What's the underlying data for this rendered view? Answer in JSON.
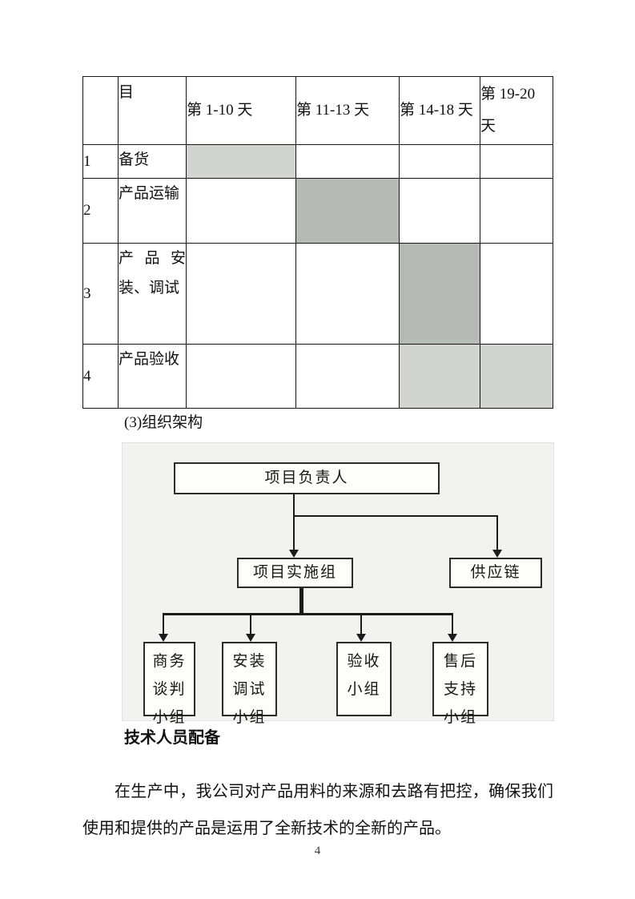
{
  "document": {
    "section_label": "(3)组织架构",
    "subheading": "技术人员配备",
    "paragraph": "在生产中，我公司对产品用料的来源和去路有把控，确保我们使用和提供的产品是运用了全新技术的全新的产品。",
    "page_number": "4"
  },
  "schedule_table": {
    "header": {
      "row_no_col": "",
      "item_col": "目",
      "day_cols": [
        "第 1-10 天",
        "第 11-13 天",
        "第 14-18 天",
        "第 19-20 天"
      ]
    },
    "rows": [
      {
        "num": "1",
        "task": "备货",
        "cells": [
          "light",
          "",
          "",
          ""
        ]
      },
      {
        "num": "2",
        "task": "产品运输",
        "cells": [
          "",
          "medium",
          "",
          ""
        ]
      },
      {
        "num": "3",
        "task": "产品安装、调试",
        "cells": [
          "",
          "",
          "medium",
          ""
        ]
      },
      {
        "num": "4",
        "task": "产品验收",
        "cells": [
          "",
          "",
          "light",
          "light"
        ]
      }
    ]
  },
  "org_chart": {
    "root": "项目负责人",
    "level2": [
      "项目实施组",
      "供应链"
    ],
    "level3": [
      "商务谈判小组",
      "安装调试小组",
      "验收小组",
      "售后支持小组"
    ]
  },
  "colors": {
    "shade_light": "#d2d4d2",
    "shade_medium": "#b6bab7",
    "chart_background": "#f2f2f0",
    "connector_line": "#1b1b1b"
  }
}
